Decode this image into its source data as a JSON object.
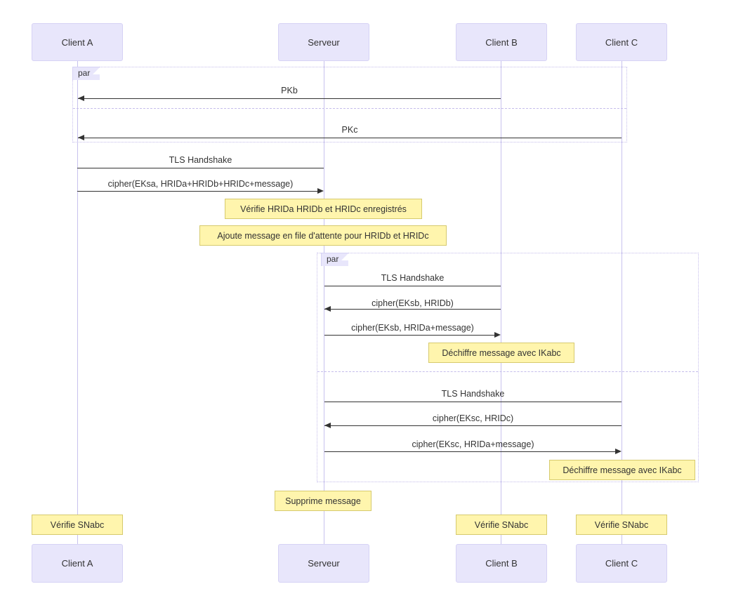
{
  "diagram": {
    "type": "uml-sequence-diagram",
    "language": "fr",
    "colors": {
      "participant_fill": "#e8e6fb",
      "participant_border": "#d6d2f5",
      "lifeline": "#c8c2ee",
      "note_fill": "#fff5ad",
      "note_border": "#d6ca6e",
      "message_line": "#333333",
      "fragment_border": "#c5bdeb"
    }
  },
  "participants": [
    {
      "id": "a",
      "label": "Client A"
    },
    {
      "id": "s",
      "label": "Serveur"
    },
    {
      "id": "b",
      "label": "Client B"
    },
    {
      "id": "c",
      "label": "Client C"
    }
  ],
  "participants_bottom": [
    {
      "id": "a",
      "label": "Client A"
    },
    {
      "id": "s",
      "label": "Serveur"
    },
    {
      "id": "b",
      "label": "Client B"
    },
    {
      "id": "c",
      "label": "Client C"
    }
  ],
  "fragments": [
    {
      "id": "par1",
      "label": "par"
    },
    {
      "id": "par2",
      "label": "par"
    }
  ],
  "messages": [
    {
      "id": "m1",
      "label": "PKb",
      "from": "b",
      "to": "a",
      "direction": "left"
    },
    {
      "id": "m2",
      "label": "PKc",
      "from": "c",
      "to": "a",
      "direction": "left"
    },
    {
      "id": "m3",
      "label": "TLS Handshake",
      "from": "a",
      "to": "s",
      "direction": "none"
    },
    {
      "id": "m4",
      "label": "cipher(EKsa, HRIDa+HRIDb+HRIDc+message)",
      "from": "a",
      "to": "s",
      "direction": "right"
    },
    {
      "id": "m5",
      "label": "TLS Handshake",
      "from": "s",
      "to": "b",
      "direction": "none"
    },
    {
      "id": "m6",
      "label": "cipher(EKsb, HRIDb)",
      "from": "b",
      "to": "s",
      "direction": "left"
    },
    {
      "id": "m7",
      "label": "cipher(EKsb, HRIDa+message)",
      "from": "s",
      "to": "b",
      "direction": "right"
    },
    {
      "id": "m8",
      "label": "TLS Handshake",
      "from": "s",
      "to": "c",
      "direction": "none"
    },
    {
      "id": "m9",
      "label": "cipher(EKsc, HRIDc)",
      "from": "c",
      "to": "s",
      "direction": "left"
    },
    {
      "id": "m10",
      "label": "cipher(EKsc, HRIDa+message)",
      "from": "s",
      "to": "c",
      "direction": "right"
    }
  ],
  "notes": [
    {
      "id": "n1",
      "label": "Vérifie HRIDa HRIDb et HRIDc enregistrés",
      "over": "s"
    },
    {
      "id": "n2",
      "label": "Ajoute message en file d'attente pour HRIDb et HRIDc",
      "over": "s"
    },
    {
      "id": "n3",
      "label": "Déchiffre message avec IKabc",
      "over": "b"
    },
    {
      "id": "n4",
      "label": "Déchiffre message avec IKabc",
      "over": "c"
    },
    {
      "id": "n5",
      "label": "Supprime message",
      "over": "s"
    },
    {
      "id": "n6",
      "label": "Vérifie SNabc",
      "over": "a"
    },
    {
      "id": "n7",
      "label": "Vérifie SNabc",
      "over": "b"
    },
    {
      "id": "n8",
      "label": "Vérifie SNabc",
      "over": "c"
    }
  ]
}
